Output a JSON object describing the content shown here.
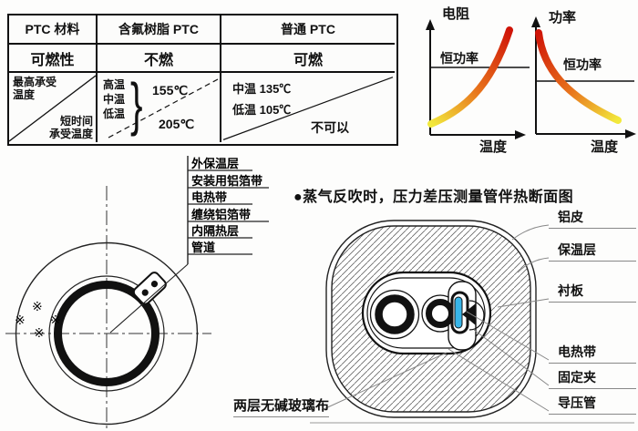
{
  "table": {
    "headers": [
      "PTC 材料",
      "含氟树脂 PTC",
      "普通 PTC"
    ],
    "flammability": {
      "label": "可燃性",
      "fluoro": "不燃",
      "normal": "可燃"
    },
    "temperature": {
      "max_label_line1": "最高承受",
      "max_label_line2": "温度",
      "short_label_line1": "短时间",
      "short_label_line2": "承受温度",
      "fluoro_levels": [
        "高温",
        "中温",
        "低温"
      ],
      "fluoro_brace": "}",
      "fluoro_max": "155℃",
      "fluoro_short": "205℃",
      "normal_mid": "中温 135℃",
      "normal_low": "低温 105℃",
      "normal_short": "不可以"
    }
  },
  "charts": {
    "resistance": {
      "y_label": "电阻",
      "x_label": "温度",
      "ref_label": "恒功率"
    },
    "power": {
      "y_label": "功率",
      "x_label": "温度",
      "ref_label": "恒功率"
    }
  },
  "chart_data": [
    {
      "type": "line",
      "title": "PTC 电阻-温度特性",
      "xlabel": "温度",
      "ylabel": "电阻",
      "axis_numeric": false,
      "annotations": [
        "恒功率"
      ],
      "series": [
        {
          "name": "电阻",
          "x": [
            0,
            0.2,
            0.4,
            0.6,
            0.8,
            1.0
          ],
          "y": [
            0.08,
            0.16,
            0.28,
            0.46,
            0.72,
            1.0
          ]
        }
      ]
    },
    {
      "type": "line",
      "title": "PTC 功率-温度特性",
      "xlabel": "温度",
      "ylabel": "功率",
      "axis_numeric": false,
      "annotations": [
        "恒功率"
      ],
      "series": [
        {
          "name": "功率",
          "x": [
            0,
            0.2,
            0.4,
            0.6,
            0.8,
            1.0
          ],
          "y": [
            1.0,
            0.62,
            0.42,
            0.28,
            0.17,
            0.1
          ]
        }
      ]
    }
  ],
  "pipe_section": {
    "labels": [
      "外保温层",
      "安装用铝箔带",
      "电热带",
      "缠绕铝箔带",
      "内隔热层",
      "管道"
    ],
    "mark": "※"
  },
  "duct_section": {
    "title": "●蒸气反吹时，压力差压测量管伴热断面图",
    "right_labels": [
      "铝皮",
      "保温层",
      "衬板",
      "电热带",
      "固定夹",
      "导压管"
    ],
    "bottom_label": "两层无碱玻璃布"
  },
  "colors": {
    "curve_red": "#cf1408",
    "curve_orange": "#e8741c",
    "curve_yellow": "#f2e93c",
    "heater_blue": "#38b5e8"
  }
}
